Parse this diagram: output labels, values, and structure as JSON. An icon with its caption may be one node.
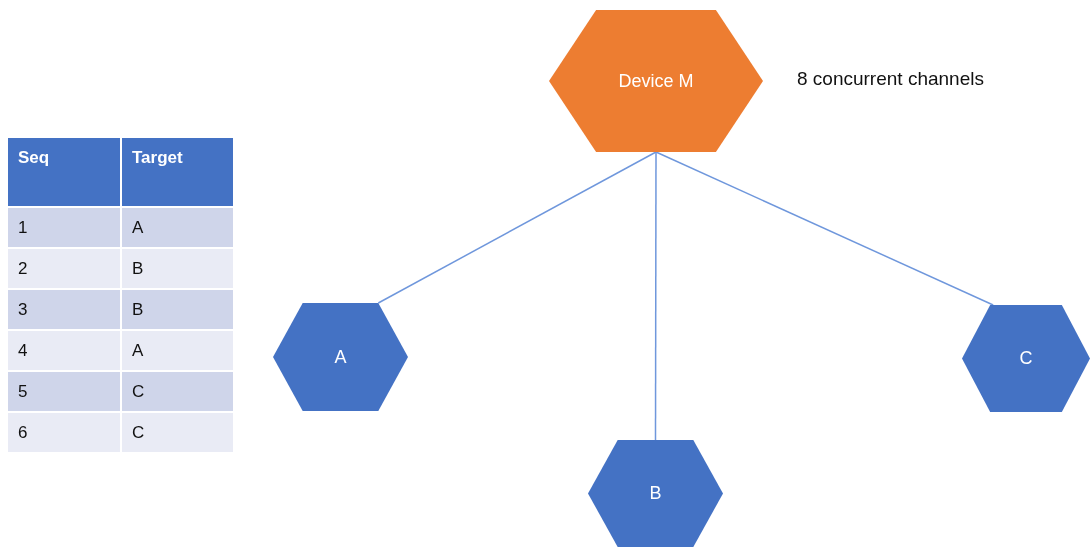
{
  "diagram": {
    "nodes": [
      {
        "text": [
          "Device M"
        ],
        "beside": [
          "8 concurrent channels"
        ]
      },
      {
        "text": [
          "A"
        ]
      },
      {
        "text": [
          "B"
        ]
      },
      {
        "text": [
          "C"
        ]
      }
    ],
    "edges": [
      {
        "from": 0,
        "to": 1,
        "arrow": "none"
      },
      {
        "from": 0,
        "to": 2,
        "arrow": "none"
      },
      {
        "from": 0,
        "to": 3,
        "arrow": "none"
      }
    ],
    "labels": [
      "Seq",
      "Target",
      "1",
      "A",
      "2",
      "B",
      "3",
      "B",
      "4",
      "A",
      "5",
      "C",
      "6",
      "C"
    ]
  }
}
